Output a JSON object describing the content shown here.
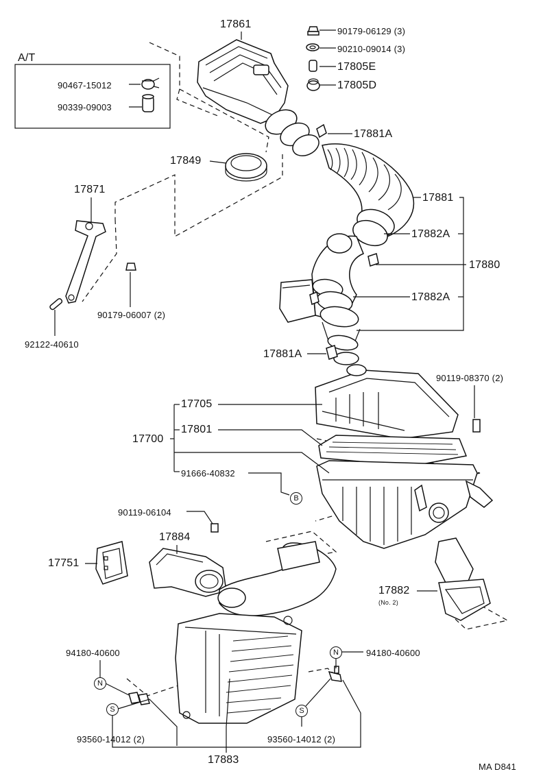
{
  "diagram": {
    "labels": {
      "l17861": "17861",
      "at": "A/T",
      "l90467": "90467-15012",
      "l90339": "90339-09003",
      "l90179a": "90179-06129 (3)",
      "l90210": "90210-09014 (3)",
      "l17805e": "17805E",
      "l17805d": "17805D",
      "l17881a_top": "17881A",
      "l17849": "17849",
      "l17871": "17871",
      "l17881": "17881",
      "l17882a_top": "17882A",
      "l17880": "17880",
      "l17882a_mid": "17882A",
      "l90179b": "90179-06007 (2)",
      "l92122": "92122-40610",
      "l17881a_bot": "17881A",
      "l90119a": "90119-08370 (2)",
      "l17705": "17705",
      "l17700": "17700",
      "l17801": "17801",
      "l91666": "91666-40832",
      "l90119b": "90119-06104",
      "l17884": "17884",
      "l17751": "17751",
      "l17882": "17882",
      "l17882_no2": "(No. 2)",
      "l94180a": "94180-40600",
      "l94180b": "94180-40600",
      "l93560a": "93560-14012 (2)",
      "l93560b": "93560-14012 (2)",
      "l17883": "17883",
      "ref": "MA D841"
    },
    "badges": {
      "b_main": "B",
      "n_left": "N",
      "n_right": "N",
      "s_left": "S",
      "s_right": "S"
    }
  }
}
